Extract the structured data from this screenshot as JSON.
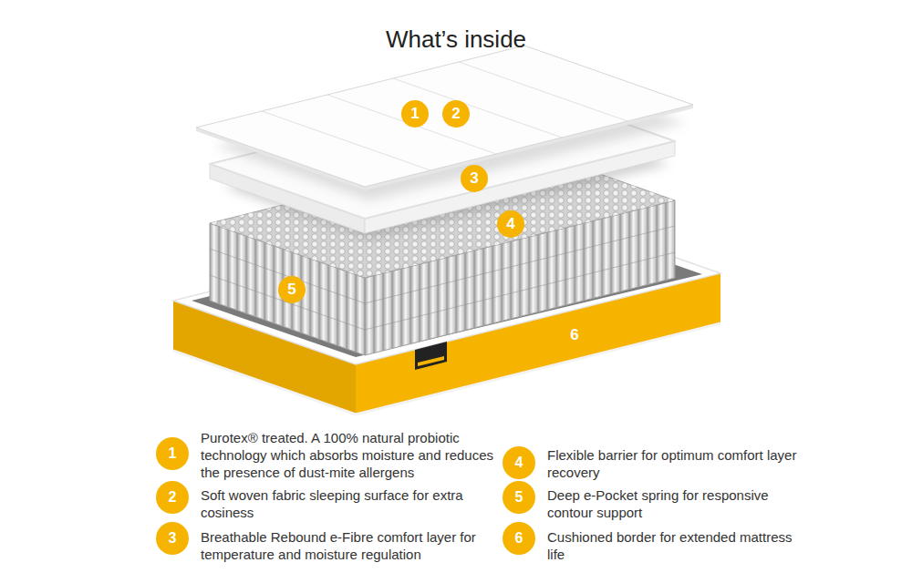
{
  "diagram": {
    "title": "What’s inside",
    "nodes": [
      {
        "text": [
          "1"
        ]
      },
      {
        "text": [
          "2"
        ]
      },
      {
        "text": [
          "3"
        ]
      },
      {
        "text": [
          "4"
        ]
      },
      {
        "text": [
          "5"
        ]
      },
      {
        "text": [
          "6"
        ]
      },
      {
        "text": [
          "1",
          "Purotex® treated. A 100% natural probiotic technology which absorbs moisture and reduces the presence of dust-mite allergens"
        ]
      },
      {
        "text": [
          "2",
          "Soft woven fabric sleeping surface for extra cosiness"
        ]
      },
      {
        "text": [
          "3",
          "Breathable Rebound e-Fibre comfort layer for temperature and moisture regulation"
        ]
      },
      {
        "text": [
          "4",
          "Flexible barrier for optimum comfort layer recovery"
        ]
      },
      {
        "text": [
          "5",
          "Deep e-Pocket spring for responsive contour support"
        ]
      },
      {
        "text": [
          "6",
          "Cushioned border for extended mattress life"
        ]
      }
    ]
  }
}
